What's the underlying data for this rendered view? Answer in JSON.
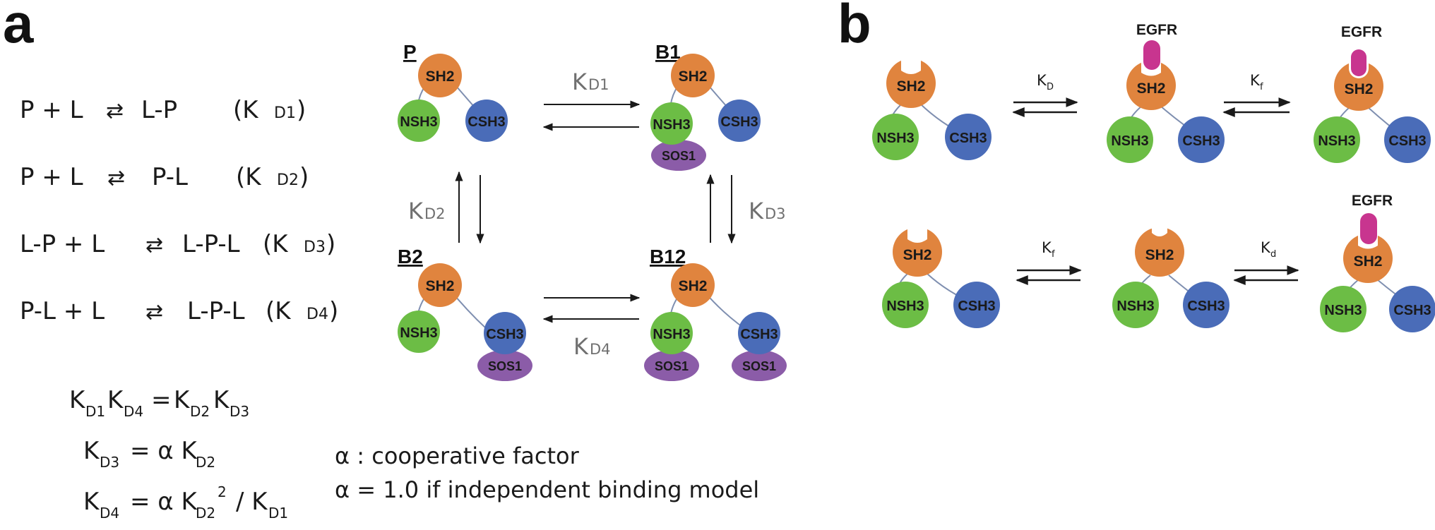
{
  "panels": {
    "a": "a",
    "b": "b"
  },
  "colors": {
    "sh2": "#e0843e",
    "nsh3": "#6cbd45",
    "csh3": "#4a6cb8",
    "sos1": "#8b5ca8",
    "egfr": "#c8358f",
    "link": "#7f8fb0",
    "arrow": "#1a1a1a"
  },
  "domains": {
    "sh2": "SH2",
    "nsh3": "NSH3",
    "csh3": "CSH3",
    "sos1": "SOS1",
    "egfr": "EGFR"
  },
  "equations": {
    "reactions": [
      {
        "lhs": "P + L",
        "arrow": "⇄",
        "rhs": "L-P",
        "k": "(K",
        "ksub": "D1",
        "kend": ")"
      },
      {
        "lhs": "P + L",
        "arrow": "⇄",
        "rhs": "P-L",
        "k": "(K",
        "ksub": "D2",
        "kend": ")"
      },
      {
        "lhs": "L-P + L",
        "arrow": "⇄",
        "rhs": "L-P-L",
        "k": "(K",
        "ksub": "D3",
        "kend": ")"
      },
      {
        "lhs": "P-L + L",
        "arrow": "⇄",
        "rhs": "L-P-L",
        "k": "(K",
        "ksub": "D4",
        "kend": ")"
      }
    ],
    "relations": {
      "r1": {
        "a": "K",
        "as": "D1",
        "b": "K",
        "bs": "D4",
        "eq": "=",
        "c": "K",
        "cs": "D2",
        "d": "K",
        "ds": "D3"
      },
      "r2": {
        "a": "K",
        "as": "D3",
        "eq": "= α K",
        "bs": "D2"
      },
      "r3": {
        "a": "K",
        "as": "D4",
        "eq": "= α K",
        "bs": "D2",
        "sup": "2",
        "div": "/ K",
        "cs": "D1"
      }
    },
    "notes": {
      "line1": "α : cooperative factor",
      "line2": "α = 1.0 if independent binding model"
    }
  },
  "scheme": {
    "states": {
      "p": "P",
      "b1": "B1",
      "b2": "B2",
      "b12": "B12"
    },
    "k_labels": {
      "kd1": {
        "main": "K",
        "sub": "D1"
      },
      "kd2": {
        "main": "K",
        "sub": "D2"
      },
      "kd3": {
        "main": "K",
        "sub": "D3"
      },
      "kd4": {
        "main": "K",
        "sub": "D4"
      }
    }
  },
  "panel_b": {
    "top": {
      "k1": {
        "main": "K",
        "sub": "D"
      },
      "k2": {
        "main": "K",
        "sub": "f"
      }
    },
    "bottom": {
      "k1": {
        "main": "K",
        "sub": "f"
      },
      "k2": {
        "main": "K",
        "sub": "d"
      }
    }
  }
}
